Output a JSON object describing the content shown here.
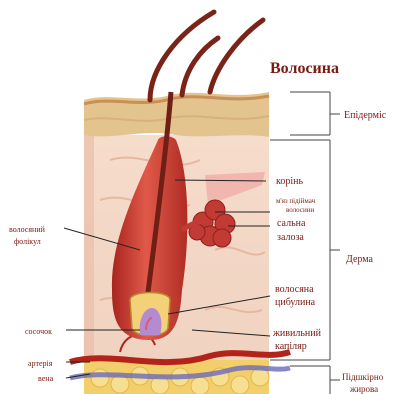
{
  "labels": {
    "hair": "Волосина",
    "epidermis": "Епідерміс",
    "dermis": "Дерма",
    "subcutaneous_line1": "Підшкірно",
    "subcutaneous_line2": "жирова",
    "root": "корінь",
    "muscle_line1": "м'яз підіймач",
    "muscle_line2": "волосини",
    "sebaceous_line1": "сальна",
    "sebaceous_line2": "залоза",
    "follicle_line1": "волосяний",
    "follicle_line2": "фолікул",
    "bulb_line1": "волосяна",
    "bulb_line2": "цибулина",
    "capillary_line1": "живильний",
    "capillary_line2": "капіляр",
    "papilla": "сосочок",
    "artery": "артерія",
    "vein": "вена"
  },
  "colors": {
    "epidermis": "#e3c48e",
    "dermis": "#f3d9c8",
    "follicle": "#c93a30",
    "hair": "#7a2318",
    "fat": "#f2cf6a",
    "text": "#7a1a12"
  }
}
